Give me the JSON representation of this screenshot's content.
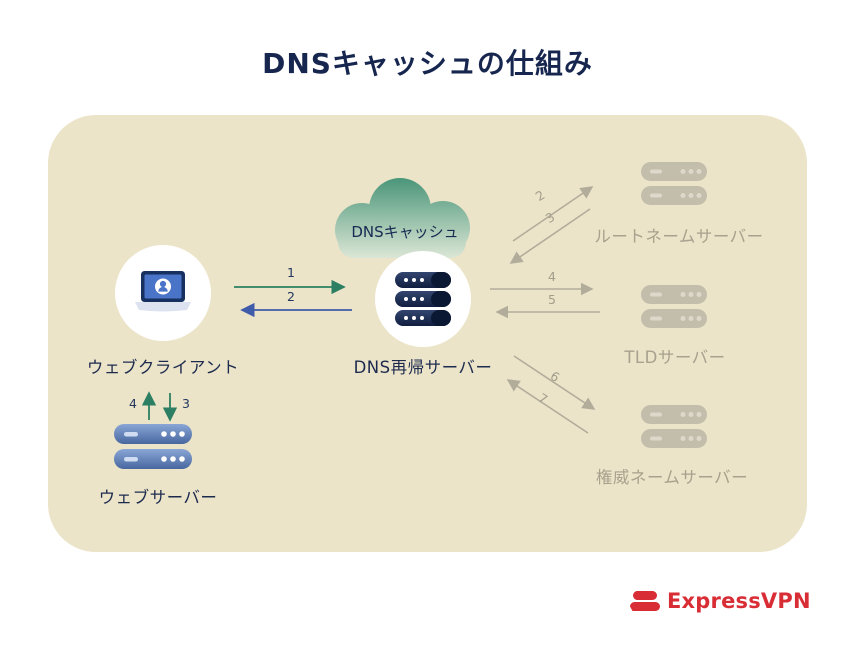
{
  "title": "DNSキャッシュの仕組み",
  "cloud": {
    "label": "DNSキャッシュ"
  },
  "nodes": {
    "web_client": "ウェブクライアント",
    "dns_server": "DNS再帰サーバー",
    "web_server": "ウェブサーバー",
    "root_server": "ルートネームサーバー",
    "tld_server": "TLDサーバー",
    "auth_server": "権威ネームサーバー"
  },
  "steps": {
    "client_to_dns": "1",
    "dns_to_client": "2",
    "dns_to_root": "2",
    "root_to_dns": "3",
    "dns_to_tld": "4",
    "tld_to_dns": "5",
    "dns_to_auth": "6",
    "auth_to_dns": "7",
    "client_to_web": "3",
    "web_to_client": "4"
  },
  "brand": {
    "name": "ExpressVPN"
  },
  "colors": {
    "panel": "#ece4c8",
    "teal_arrow": "#2c7f62",
    "blue_arrow": "#3f5caa",
    "gray": "#b2ac9b",
    "navy": "#16264e",
    "brand_red": "#d92d36"
  }
}
